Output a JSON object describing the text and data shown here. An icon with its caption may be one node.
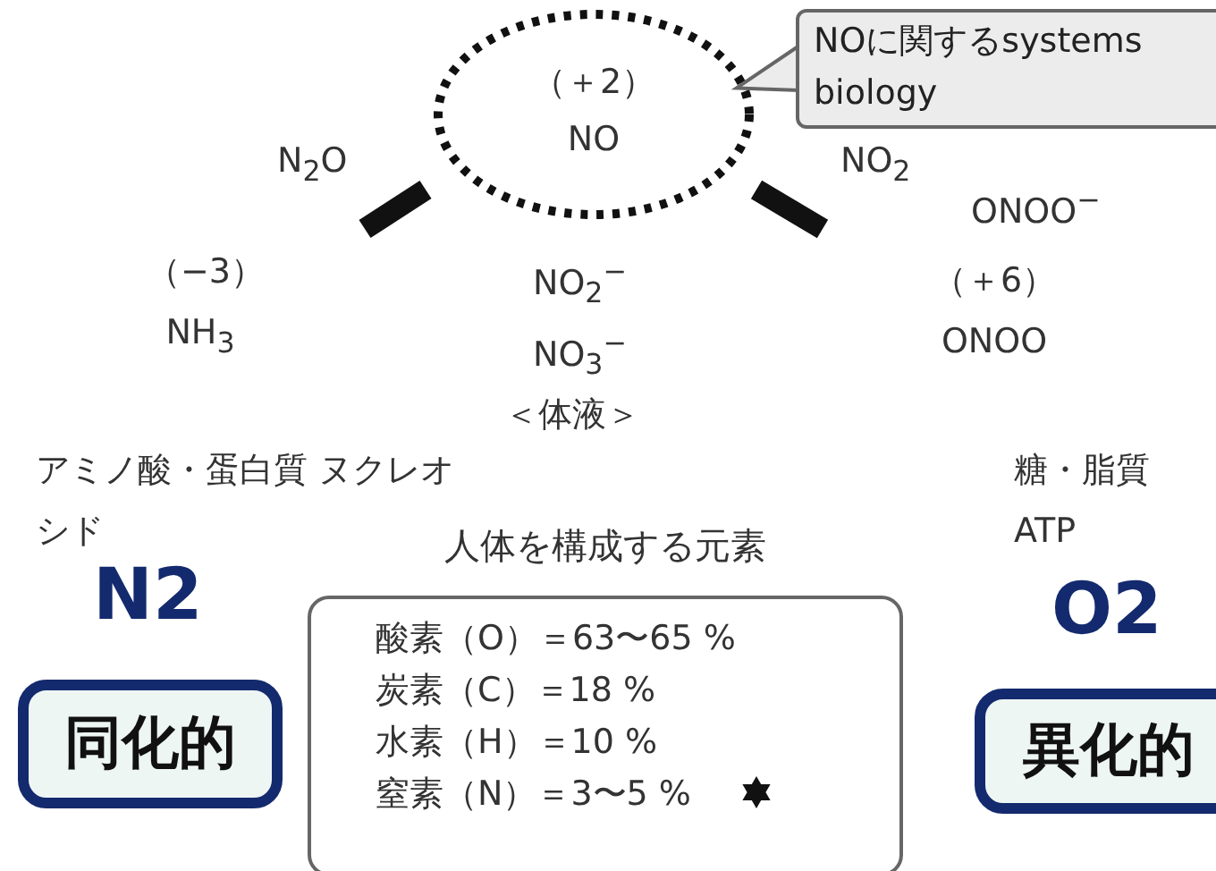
{
  "diagram": {
    "nodes": [
      {
        "text": [
          "（＋2） NO"
        ]
      },
      {
        "text": [
          "NOに関するsystems biology"
        ]
      },
      {
        "text": [
          "同化的"
        ]
      },
      {
        "text": [
          "異化的"
        ]
      },
      {
        "text": [
          "人体を構成する元素",
          "酸素（O）＝63〜65 %",
          "炭素（C）＝18 %",
          "水素（H）＝10 %",
          "窒素（N）＝3〜5 %"
        ]
      }
    ],
    "edges": [
      {
        "from": 1,
        "to": 0,
        "arrow": "to"
      }
    ],
    "labels": [
      "N$_{2}$O",
      "NO$_{2}$",
      "ONOO$^{−}$",
      "（−3） NH$_{3}$",
      "NO$_{2}$$^{−}$",
      "NO$_{3}$$^{−}$",
      "＜体液＞",
      "（＋6） ONOO",
      "アミノ酸・蛋白質 ヌクレオシド",
      "糖・脂質 ATP",
      "N2",
      "O2"
    ]
  }
}
